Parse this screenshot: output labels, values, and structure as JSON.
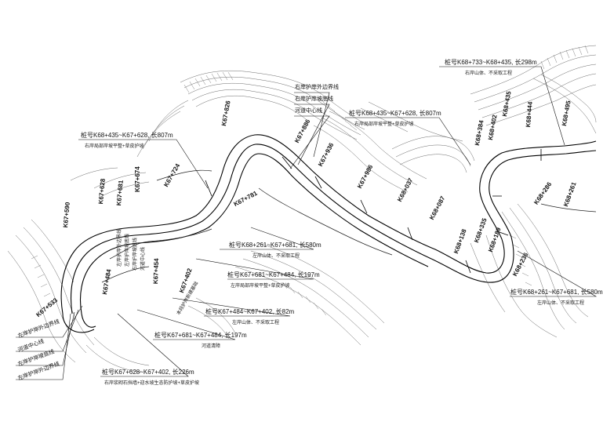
{
  "labels": {
    "top_note_1": "右岸护岸外边界线",
    "top_note_2": "右岸护岸坡底线",
    "top_note_3": "河道中心线",
    "left_note_1": "左岸护岸外边界线",
    "left_note_2": "河道中心线",
    "left_note_3": "左岸护岸坡底线",
    "left_note_4": "左岸护岸外边界线",
    "inner_note_1": "左岸护岸外边界线",
    "inner_note_2": "左岸护岸坡底线",
    "inner_note_3": "右岸护岸坡底线",
    "inner_note_4": "河道中心线"
  },
  "callouts": [
    {
      "id": "c1",
      "title": "桩号K68+733~K68+435, 长298m",
      "sub": "右岸山体、不采取工程"
    },
    {
      "id": "c2",
      "title": "桩号K68+435~K67+628, 长807m",
      "sub": "右岸局部岸坡平整+草皮护坡"
    },
    {
      "id": "c3",
      "title": "桩号K68+435~K67+628, 长807m",
      "sub": "右岸局部岸坡平整+草皮护坡"
    },
    {
      "id": "c4",
      "title": "桩号K68+261~K67+681, 长580m",
      "sub": "左岸山体、不采取工程"
    },
    {
      "id": "c5",
      "title": "桩号K67+681~K67+484, 长197m",
      "sub": "左岸局部岸坡平整+草皮护坡"
    },
    {
      "id": "c6",
      "title": "桩号K67+484~K67+402, 长82m",
      "sub": "左岸山体、不采取工程"
    },
    {
      "id": "c7",
      "title": "桩号K67+681~K67+484, 长197m",
      "sub": "河道清障"
    },
    {
      "id": "c8",
      "title": "桩号K67+628~K67+402, 长226m",
      "sub": "右岸浆砌石挡墙+迎水坡生态防护坡+草皮护坡"
    },
    {
      "id": "c9",
      "title": "桩号K68+261~K67+681, 长580m",
      "sub": "左岸山体、不采取工程"
    }
  ],
  "stations": {
    "s1": "K67+781",
    "s2": "K67+886",
    "s3": "K67+936",
    "s4": "K67+986",
    "s5": "K68+037",
    "s6": "K68+087",
    "s7": "K68+138",
    "s8": "K68+189",
    "s9": "K68+236",
    "s10": "K68+286",
    "s11": "K68+261",
    "s12": "K68+335",
    "s13": "K68+384",
    "s14": "K68+402",
    "s15": "K68+435",
    "s16": "K68+444",
    "s17": "K68+495",
    "s18": "K67+590",
    "s19": "K67+628",
    "s20": "K67+681",
    "s21": "K67+724",
    "s22": "K67+533",
    "s23": "K67+484",
    "s24": "K67+454",
    "s25": "K67+402",
    "s26": "K67+674",
    "s27": "K67+826"
  },
  "legend_small": "本段护岸新建基础",
  "colors": {
    "line": "#111111",
    "contour": "#555555",
    "river": "#000000"
  }
}
